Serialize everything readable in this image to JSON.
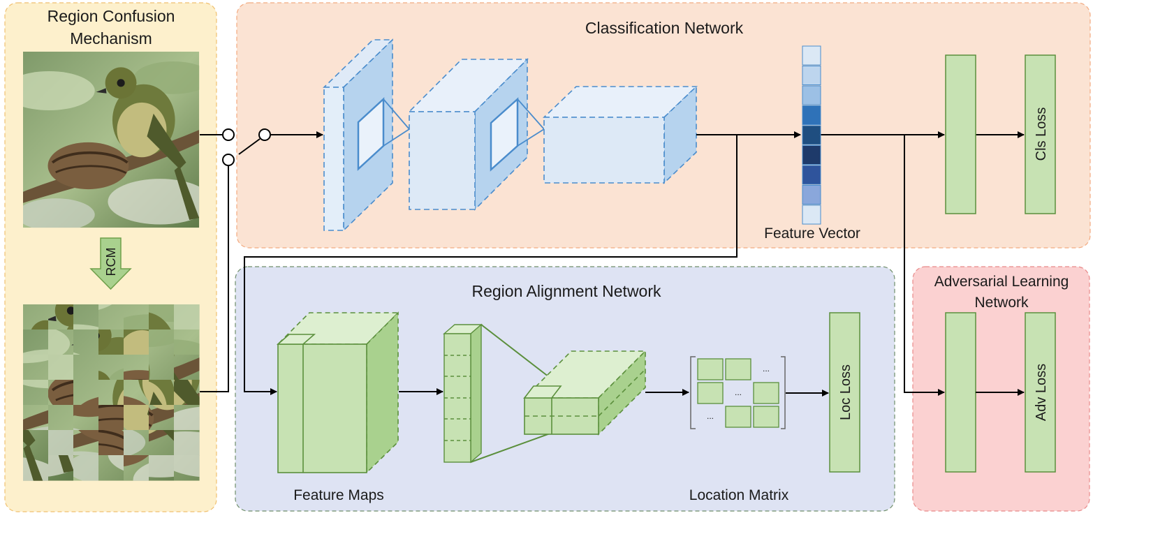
{
  "rcm": {
    "title_line1": "Region Confusion",
    "title_line2": "Mechanism",
    "arrow_label": "RCM"
  },
  "classification": {
    "title": "Classification  Network",
    "feature_vector_label": "Feature Vector",
    "cls_loss_label": "Cls Loss"
  },
  "alignment": {
    "title": "Region Alignment Network",
    "feature_maps_label": "Feature Maps",
    "location_matrix_label": "Location Matrix",
    "loc_loss_label": "Loc Loss",
    "matrix_ellipsis_1": "...",
    "matrix_ellipsis_2": "...",
    "matrix_ellipsis_3": "..."
  },
  "adversarial": {
    "title_line1": "Adversarial Learning",
    "title_line2": "Network",
    "adv_loss_label": "Adv Loss"
  },
  "colors": {
    "rcm_panel": "#fdf0cc",
    "cls_panel": "#fbe3d3",
    "ran_panel": "#dee3f3",
    "adv_panel": "#fbd1d1",
    "blue_light": "#dfeaf7",
    "blue_mid": "#b6d3ee",
    "blue_stroke": "#4a8ccc",
    "green_fill": "#c7e2b3",
    "green_dark": "#a9d18e",
    "green_stroke": "#5b8f3c",
    "feature_vector": [
      "#dbe8f5",
      "#bdd5ee",
      "#9cc0e5",
      "#2f72b8",
      "#1f4e80",
      "#1e3a6a",
      "#2f549c",
      "#8aa7db",
      "#dbe8f5"
    ]
  }
}
